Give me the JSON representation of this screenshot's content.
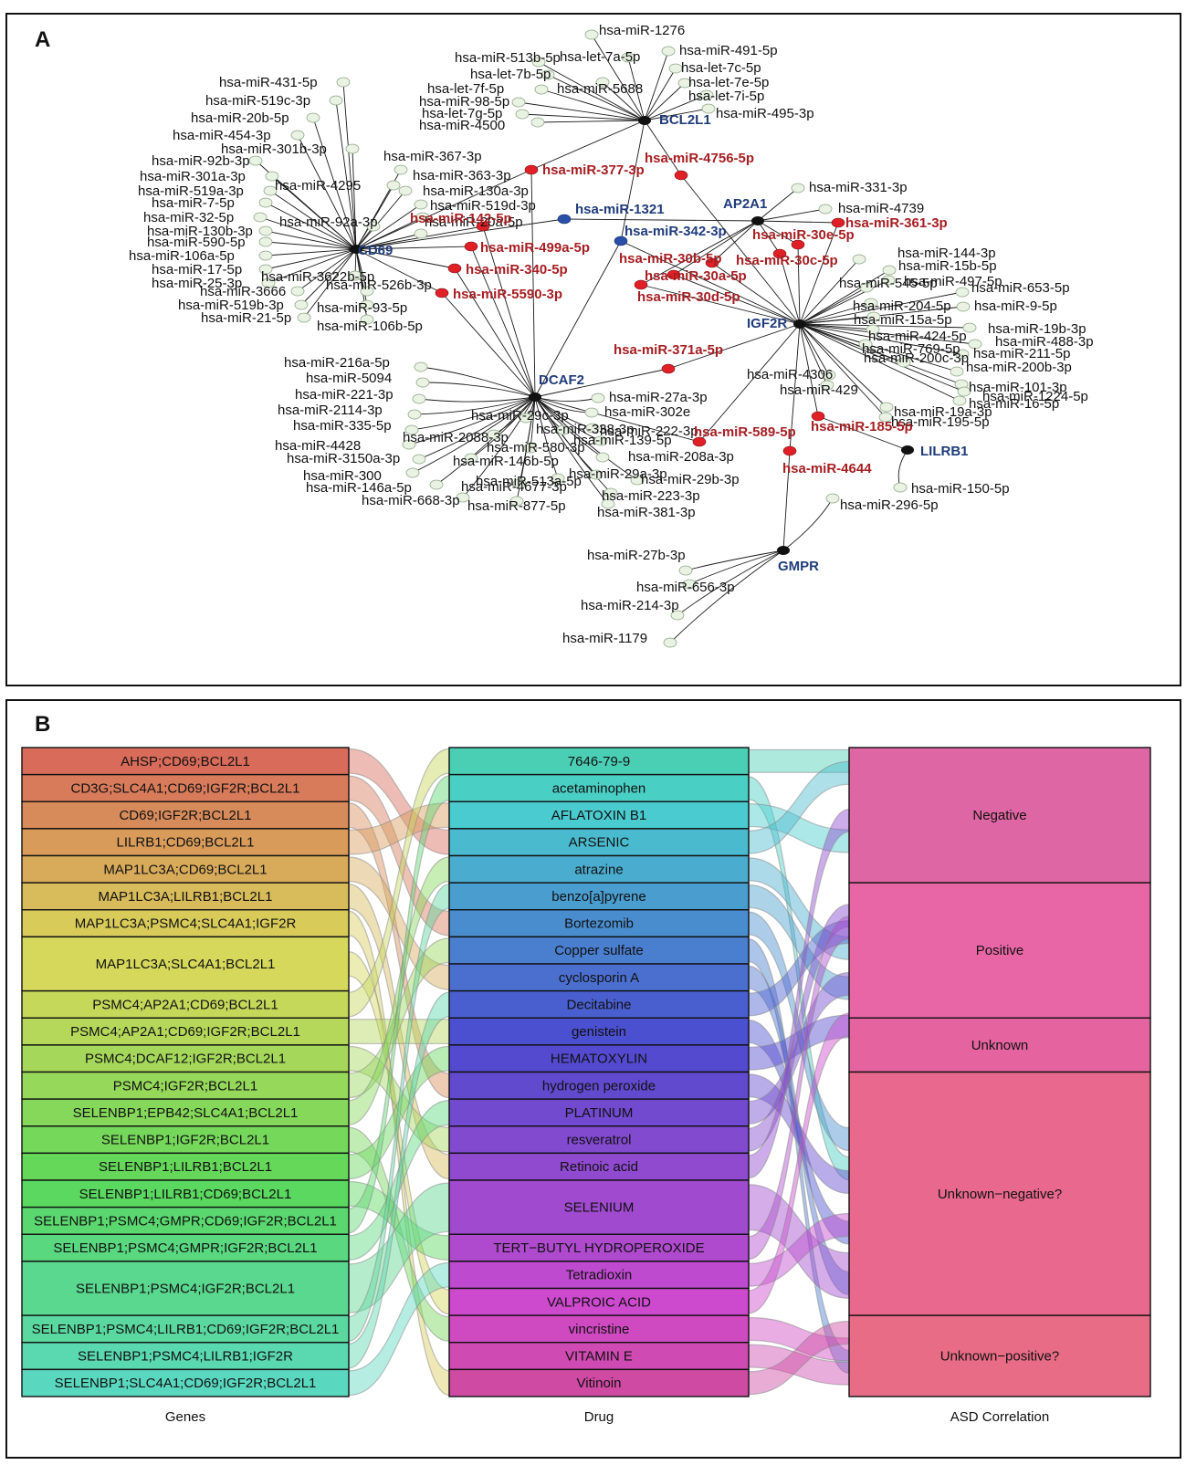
{
  "panel_a": {
    "letter": "A",
    "hubs": [
      {
        "id": "CD69",
        "label": "CD69"
      },
      {
        "id": "BCL2L1",
        "label": "BCL2L1"
      },
      {
        "id": "AP2A1",
        "label": "AP2A1"
      },
      {
        "id": "IGF2R",
        "label": "IGF2R"
      },
      {
        "id": "DCAF2",
        "label": "DCAF2"
      },
      {
        "id": "LILRB1",
        "label": "LILRB1"
      },
      {
        "id": "GMPR",
        "label": "GMPR"
      }
    ],
    "shared_red": [
      {
        "label": "hsa-miR-377-3p",
        "targets": [
          "BCL2L1",
          "CD69",
          "DCAF2"
        ]
      },
      {
        "label": "hsa-miR-4756-5p",
        "targets": [
          "BCL2L1",
          "IGF2R"
        ]
      },
      {
        "label": "hsa-miR-142-5p",
        "targets": [
          "CD69",
          "DCAF2"
        ]
      },
      {
        "label": "hsa-miR-499a-5p",
        "targets": [
          "CD69",
          "DCAF2"
        ]
      },
      {
        "label": "hsa-miR-340-5p",
        "targets": [
          "CD69",
          "DCAF2"
        ]
      },
      {
        "label": "hsa-miR-5590-3p",
        "targets": [
          "CD69",
          "DCAF2"
        ]
      },
      {
        "label": "hsa-miR-361-3p",
        "targets": [
          "AP2A1",
          "IGF2R"
        ]
      },
      {
        "label": "hsa-miR-30e-5p",
        "targets": [
          "AP2A1",
          "IGF2R"
        ]
      },
      {
        "label": "hsa-miR-30c-5p",
        "targets": [
          "AP2A1",
          "IGF2R"
        ]
      },
      {
        "label": "hsa-miR-30b-5p",
        "targets": [
          "AP2A1",
          "IGF2R"
        ]
      },
      {
        "label": "hsa-miR-30a-5p",
        "targets": [
          "AP2A1",
          "IGF2R"
        ]
      },
      {
        "label": "hsa-miR-30d-5p",
        "targets": [
          "AP2A1",
          "IGF2R"
        ]
      },
      {
        "label": "hsa-miR-371a-5p",
        "targets": [
          "DCAF2",
          "IGF2R"
        ]
      },
      {
        "label": "hsa-miR-589-5p",
        "targets": [
          "DCAF2",
          "IGF2R"
        ]
      },
      {
        "label": "hsa-miR-185-5p",
        "targets": [
          "IGF2R",
          "LILRB1"
        ]
      },
      {
        "label": "hsa-miR-4644",
        "targets": [
          "IGF2R",
          "GMPR"
        ]
      }
    ],
    "shared_blue": [
      {
        "label": "hsa-miR-1321",
        "targets": [
          "CD69",
          "AP2A1"
        ]
      },
      {
        "label": "hsa-miR-342-3p",
        "targets": [
          "BCL2L1",
          "DCAF2",
          "IGF2R"
        ]
      }
    ],
    "cd69_mirs": [
      "hsa-miR-431-5p",
      "hsa-miR-519c-3p",
      "hsa-miR-20b-5p",
      "hsa-miR-454-3p",
      "hsa-miR-301b-3p",
      "hsa-miR-92b-3p",
      "hsa-miR-301a-3p",
      "hsa-miR-519a-3p",
      "hsa-miR-7-5p",
      "hsa-miR-32-5p",
      "hsa-miR-130b-3p",
      "hsa-miR-590-5p",
      "hsa-miR-106a-5p",
      "hsa-miR-17-5p",
      "hsa-miR-25-3p",
      "hsa-miR-3666",
      "hsa-miR-519b-3p",
      "hsa-miR-21-5p",
      "hsa-miR-367-3p",
      "hsa-miR-4295",
      "hsa-miR-363-3p",
      "hsa-miR-130a-3p",
      "hsa-miR-519d-3p",
      "hsa-miR-92a-3p",
      "hsa-miR-20a-5p",
      "hsa-miR-3622b-5p",
      "hsa-miR-526b-3p",
      "hsa-miR-93-5p",
      "hsa-miR-106b-5p"
    ],
    "bcl2l1_mirs": [
      "hsa-miR-1276",
      "hsa-miR-513b-5p",
      "hsa-let-7a-5p",
      "hsa-miR-491-5p",
      "hsa-let-7b-5p",
      "hsa-let-7c-5p",
      "hsa-let-7f-5p",
      "hsa-miR-5688",
      "hsa-let-7e-5p",
      "hsa-miR-98-5p",
      "hsa-let-7i-5p",
      "hsa-let-7g-5p",
      "hsa-miR-495-3p",
      "hsa-miR-4500"
    ],
    "ap2a1_mirs": [
      "hsa-miR-331-3p",
      "hsa-miR-4739"
    ],
    "igf2r_mirs": [
      "hsa-miR-144-3p",
      "hsa-miR-15b-5p",
      "hsa-miR-497-5p",
      "hsa-miR-545-5p",
      "hsa-miR-653-5p",
      "hsa-miR-204-5p",
      "hsa-miR-9-5p",
      "hsa-miR-15a-5p",
      "hsa-miR-19b-3p",
      "hsa-miR-424-5p",
      "hsa-miR-488-3p",
      "hsa-miR-769-5p",
      "hsa-miR-211-5p",
      "hsa-miR-200c-3p",
      "hsa-miR-200b-3p",
      "hsa-miR-4306",
      "hsa-miR-101-3p",
      "hsa-miR-429",
      "hsa-miR-1224-5p",
      "hsa-miR-16-5p",
      "hsa-miR-19a-3p",
      "hsa-miR-195-5p"
    ],
    "dcaf2_mirs": [
      "hsa-miR-216a-5p",
      "hsa-miR-5094",
      "hsa-miR-221-3p",
      "hsa-miR-2114-3p",
      "hsa-miR-335-5p",
      "hsa-miR-4428",
      "hsa-miR-3150a-3p",
      "hsa-miR-300",
      "hsa-miR-146a-5p",
      "hsa-miR-668-3p",
      "hsa-miR-27a-3p",
      "hsa-miR-302e",
      "hsa-miR-29c-3p",
      "hsa-miR-338-3p",
      "hsa-miR-222-3p",
      "hsa-miR-2088-3p",
      "hsa-miR-139-5p",
      "hsa-miR-580-3p",
      "hsa-miR-208a-3p",
      "hsa-miR-146b-5p",
      "hsa-miR-29a-3p",
      "hsa-miR-513a-5p",
      "hsa-miR-29b-3p",
      "hsa-miR-4677-3p",
      "hsa-miR-223-3p",
      "hsa-miR-877-5p",
      "hsa-miR-381-3p"
    ],
    "lilrb1_mirs": [
      "hsa-miR-150-5p"
    ],
    "gmpr_mirs": [
      "hsa-miR-296-5p",
      "hsa-miR-27b-3p",
      "hsa-miR-656-3p",
      "hsa-miR-214-3p",
      "hsa-miR-1179"
    ],
    "colors": {
      "hub": "#111111",
      "red_node": "#e02027",
      "blue_node": "#2a4fa8",
      "leaf_fill": "#eaf2e4",
      "leaf_stroke": "#8fa888",
      "edge": "#1a1a1a"
    }
  },
  "panel_b": {
    "letter": "B",
    "axis_labels": {
      "genes": "Genes",
      "drug": "Drug",
      "asd": "ASD Correlation"
    },
    "genes": [
      {
        "label": "AHSP;CD69;BCL2L1",
        "w": 1
      },
      {
        "label": "CD3G;SLC4A1;CD69;IGF2R;BCL2L1",
        "w": 1
      },
      {
        "label": "CD69;IGF2R;BCL2L1",
        "w": 1
      },
      {
        "label": "LILRB1;CD69;BCL2L1",
        "w": 1
      },
      {
        "label": "MAP1LC3A;CD69;BCL2L1",
        "w": 1
      },
      {
        "label": "MAP1LC3A;LILRB1;BCL2L1",
        "w": 1
      },
      {
        "label": "MAP1LC3A;PSMC4;SLC4A1;IGF2R",
        "w": 1
      },
      {
        "label": "MAP1LC3A;SLC4A1;BCL2L1",
        "w": 2
      },
      {
        "label": "PSMC4;AP2A1;CD69;BCL2L1",
        "w": 1
      },
      {
        "label": "PSMC4;AP2A1;CD69;IGF2R;BCL2L1",
        "w": 1
      },
      {
        "label": "PSMC4;DCAF12;IGF2R;BCL2L1",
        "w": 1
      },
      {
        "label": "PSMC4;IGF2R;BCL2L1",
        "w": 1
      },
      {
        "label": "SELENBP1;EPB42;SLC4A1;BCL2L1",
        "w": 1
      },
      {
        "label": "SELENBP1;IGF2R;BCL2L1",
        "w": 1
      },
      {
        "label": "SELENBP1;LILRB1;BCL2L1",
        "w": 1
      },
      {
        "label": "SELENBP1;LILRB1;CD69;BCL2L1",
        "w": 1
      },
      {
        "label": "SELENBP1;PSMC4;GMPR;CD69;IGF2R;BCL2L1",
        "w": 1
      },
      {
        "label": "SELENBP1;PSMC4;GMPR;IGF2R;BCL2L1",
        "w": 1
      },
      {
        "label": "SELENBP1;PSMC4;IGF2R;BCL2L1",
        "w": 2
      },
      {
        "label": "SELENBP1;PSMC4;LILRB1;CD69;IGF2R;BCL2L1",
        "w": 1
      },
      {
        "label": "SELENBP1;PSMC4;LILRB1;IGF2R",
        "w": 1
      },
      {
        "label": "SELENBP1;SLC4A1;CD69;IGF2R;BCL2L1",
        "w": 1
      }
    ],
    "drugs": [
      {
        "label": "7646-79-9",
        "w": 1
      },
      {
        "label": "acetaminophen",
        "w": 1
      },
      {
        "label": "AFLATOXIN B1",
        "w": 1
      },
      {
        "label": "ARSENIC",
        "w": 1
      },
      {
        "label": "atrazine",
        "w": 1
      },
      {
        "label": "benzo[a]pyrene",
        "w": 1
      },
      {
        "label": "Bortezomib",
        "w": 1
      },
      {
        "label": "Copper sulfate",
        "w": 1
      },
      {
        "label": "cyclosporin A",
        "w": 1
      },
      {
        "label": "Decitabine",
        "w": 1
      },
      {
        "label": "genistein",
        "w": 1
      },
      {
        "label": "HEMATOXYLIN",
        "w": 1
      },
      {
        "label": "hydrogen peroxide",
        "w": 1
      },
      {
        "label": "PLATINUM",
        "w": 1
      },
      {
        "label": "resveratrol",
        "w": 1
      },
      {
        "label": "Retinoic acid",
        "w": 1
      },
      {
        "label": "SELENIUM",
        "w": 2
      },
      {
        "label": "TERT−BUTYL HYDROPEROXIDE",
        "w": 1
      },
      {
        "label": "Tetradioxin",
        "w": 1
      },
      {
        "label": "VALPROIC ACID",
        "w": 1
      },
      {
        "label": "vincristine",
        "w": 1
      },
      {
        "label": "VITAMIN E",
        "w": 1
      },
      {
        "label": "Vitinoin",
        "w": 1
      }
    ],
    "asd": [
      {
        "label": "Negative",
        "w": 5
      },
      {
        "label": "Positive",
        "w": 5
      },
      {
        "label": "Unknown",
        "w": 2
      },
      {
        "label": "Unknown−negative?",
        "w": 9
      },
      {
        "label": "Unknown−positive?",
        "w": 3
      }
    ]
  }
}
